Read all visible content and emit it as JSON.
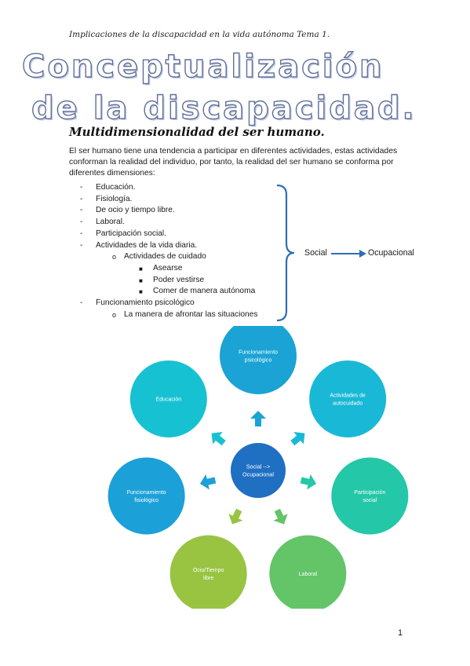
{
  "header": "Implicaciones de la discapacidad en la vida autónoma Tema 1.",
  "title": {
    "line1": "Conceptualización",
    "line2": "de la discapacidad."
  },
  "subtitle": "Multidimensionalidad del ser humano.",
  "intro": "El ser humano tiene una tendencia a participar en diferentes actividades, estas actividades conforman la realidad del individuo, por tanto, la realidad del ser humano se conforma por diferentes dimensiones:",
  "list": [
    {
      "level": 1,
      "text": "Educación."
    },
    {
      "level": 1,
      "text": "Fisiología."
    },
    {
      "level": 1,
      "text": "De ocio y tiempo libre."
    },
    {
      "level": 1,
      "text": "Laboral."
    },
    {
      "level": 1,
      "text": "Participación social."
    },
    {
      "level": 1,
      "text": "Actividades de la vida diaria."
    },
    {
      "level": 2,
      "text": "Actividades de cuidado"
    },
    {
      "level": 3,
      "text": "Asearse"
    },
    {
      "level": 3,
      "text": "Poder vestirse"
    },
    {
      "level": 3,
      "text": "Comer de manera autónoma"
    },
    {
      "level": 1,
      "text": "Funcionamiento psicológico"
    },
    {
      "level": 2,
      "text": "La manera de afrontar las situaciones"
    }
  ],
  "flow": {
    "from": "Social",
    "to": "Ocupacional",
    "color": "#2e6db4"
  },
  "diagram": {
    "center": [
      "Social -->",
      "Ocupacional"
    ],
    "center_color": "#1f6fc2",
    "nodes": [
      {
        "lines": [
          "Funcionamiento",
          "psicológico"
        ],
        "color": "#1aa3d4"
      },
      {
        "lines": [
          "Actividades de",
          "autocuidado"
        ],
        "color": "#19b8d6"
      },
      {
        "lines": [
          "Participación",
          "social"
        ],
        "color": "#24c7a8"
      },
      {
        "lines": [
          "Laboral"
        ],
        "color": "#63c468"
      },
      {
        "lines": [
          "Ocio/Tiempo",
          "libre"
        ],
        "color": "#98c441"
      },
      {
        "lines": [
          "Funcionamiento",
          "fisiológico"
        ],
        "color": "#1ca0d8"
      },
      {
        "lines": [
          "Educación"
        ],
        "color": "#16c2d2"
      }
    ]
  },
  "page_number": "1"
}
